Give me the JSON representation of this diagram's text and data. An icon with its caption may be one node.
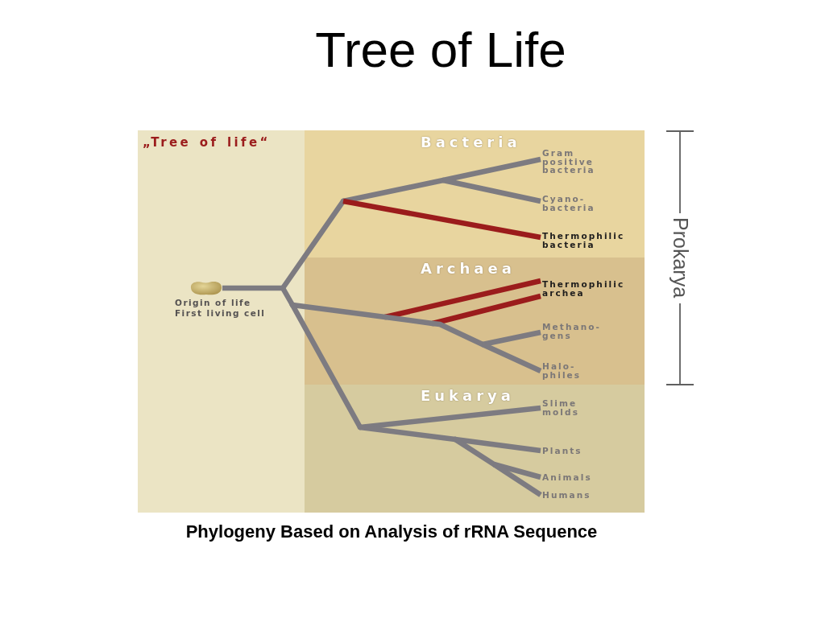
{
  "diagram": {
    "title": "Tree of Life",
    "caption": "Phylogeny Based on Analysis of rRNA Sequence",
    "nodes": [
      {
        "text": [
          "„Tree of life“"
        ]
      },
      {
        "text": [],
        "shape": "picture",
        "in": 0,
        "beside": [
          "Origin of life",
          "First living cell"
        ]
      },
      {
        "text": [
          "Bacteria"
        ],
        "in": 0
      },
      {
        "text": [
          "Gram positive bacteria"
        ],
        "in": 2
      },
      {
        "text": [
          "Cyano- bacteria"
        ],
        "in": 2
      },
      {
        "text": [
          "Thermophilic bacteria"
        ],
        "in": 2
      },
      {
        "text": [
          "Archaea"
        ],
        "in": 0
      },
      {
        "text": [
          "Thermophilic archea"
        ],
        "in": 6
      },
      {
        "text": [
          "Methano- gens"
        ],
        "in": 6
      },
      {
        "text": [
          "Halo- philes"
        ],
        "in": 6
      },
      {
        "text": [
          "Eukarya"
        ],
        "in": 0
      },
      {
        "text": [
          "Slime molds"
        ],
        "in": 10
      },
      {
        "text": [
          "Plants"
        ],
        "in": 10
      },
      {
        "text": [
          "Animals"
        ],
        "in": 10
      },
      {
        "text": [
          "Humans"
        ],
        "in": 10
      }
    ],
    "edges": [
      {
        "from": 1,
        "to": 3,
        "arrow": "none"
      },
      {
        "from": 1,
        "to": 4,
        "arrow": "none"
      },
      {
        "from": 1,
        "to": 5,
        "arrow": "none",
        "color": "#9b1c1c"
      },
      {
        "from": 1,
        "to": 7,
        "arrow": "none",
        "color": "#9b1c1c"
      },
      {
        "from": 1,
        "to": 7,
        "arrow": "none",
        "color": "#9b1c1c"
      },
      {
        "from": 1,
        "to": 8,
        "arrow": "none"
      },
      {
        "from": 1,
        "to": 9,
        "arrow": "none"
      },
      {
        "from": 1,
        "to": 11,
        "arrow": "none"
      },
      {
        "from": 1,
        "to": 12,
        "arrow": "none"
      },
      {
        "from": 1,
        "to": 13,
        "arrow": "none"
      },
      {
        "from": 1,
        "to": 14,
        "arrow": "none"
      }
    ],
    "labels": [
      "Prokarya"
    ]
  }
}
